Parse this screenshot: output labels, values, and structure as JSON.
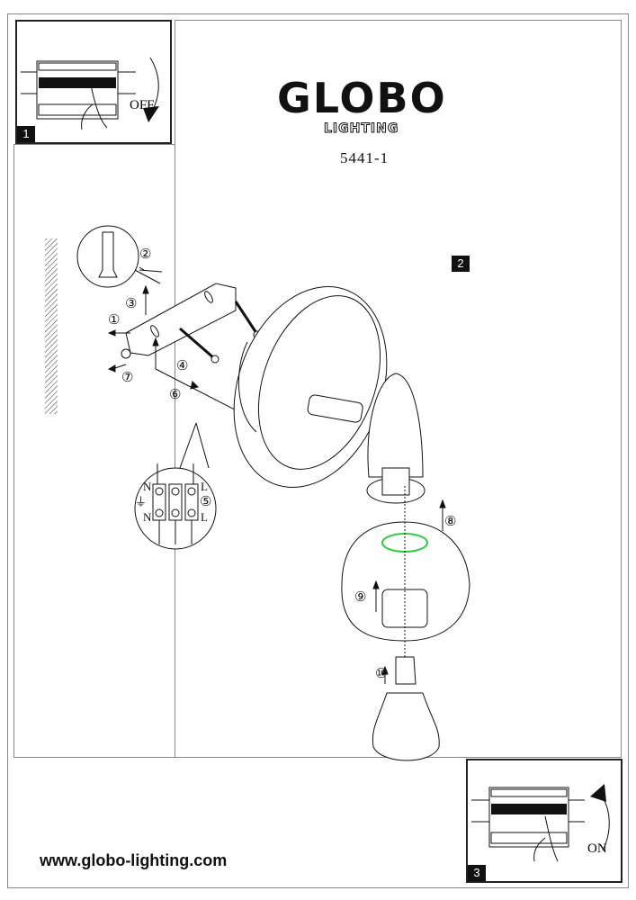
{
  "header": {
    "brand": "GLOBO",
    "brand_sub": "LIGHTING",
    "model_number": "5441-1"
  },
  "panels": [
    {
      "step": "1",
      "label": "OFF"
    },
    {
      "step": "2"
    },
    {
      "step": "3",
      "label": "ON"
    }
  ],
  "callouts": [
    "①",
    "②",
    "③",
    "④",
    "⑤",
    "⑥",
    "⑦",
    "⑧",
    "⑨",
    "⑩"
  ],
  "terminal_labels": {
    "n_top": "N",
    "l_top": "L",
    "n_bottom": "N",
    "l_bottom": "L"
  },
  "footer": {
    "website": "www.globo-lighting.com"
  },
  "colors": {
    "highlight": "#2ecc40",
    "ink": "#111111"
  }
}
